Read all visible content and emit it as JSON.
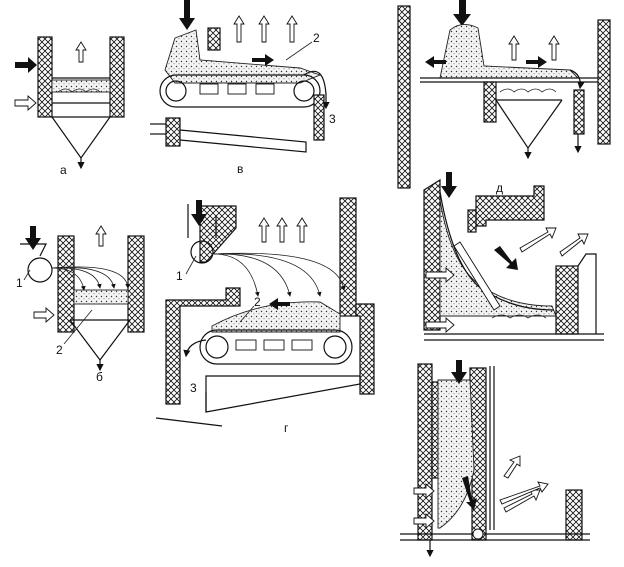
{
  "labels": {
    "a": "а",
    "b": "б",
    "v": "в",
    "g": "г",
    "d": "д",
    "b_num1": "1",
    "b_num2": "2",
    "v_num2": "2",
    "v_num3": "3",
    "g_num1": "1",
    "g_num2": "2",
    "g_num3": "3"
  },
  "icons": {
    "solid_arrow": "thick-black-arrow",
    "hollow_arrow": "hollow-arrow",
    "grate": "grate-bars",
    "ash_outlet": "ash-outlet-arrow"
  }
}
